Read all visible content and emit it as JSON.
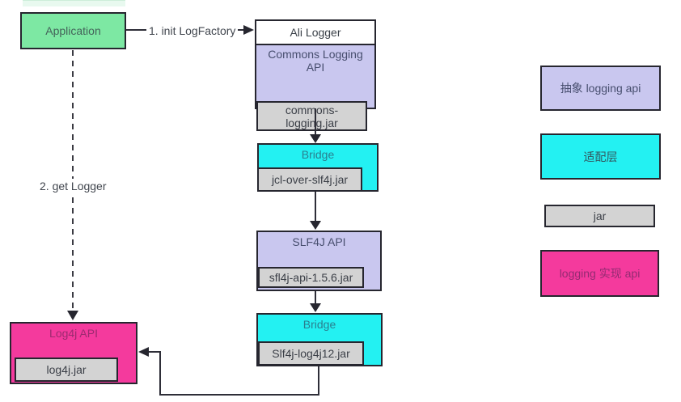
{
  "colors": {
    "application_fill": "#7de8a3",
    "abstract_api_fill": "#c9c7ef",
    "adapter_fill": "#23f1f2",
    "jar_fill": "#d3d3d3",
    "impl_api_fill": "#f43a9d",
    "border": "#26262f"
  },
  "flow": {
    "application": {
      "label": "Application"
    },
    "edge_init": {
      "label": "1. init LogFactory"
    },
    "edge_get_logger": {
      "label": "2. get Logger"
    },
    "ali_logger": {
      "title": "Ali Logger",
      "api_label": "Commons Logging API",
      "jar_line1": "commons-",
      "jar_line2": "logging.jar"
    },
    "bridge_jcl": {
      "title": "Bridge",
      "jar": "jcl-over-slf4j.jar"
    },
    "slf4j": {
      "title": "SLF4J API",
      "jar": "sfl4j-api-1.5.6.jar"
    },
    "bridge_log4j": {
      "title": "Bridge",
      "jar": "Slf4j-log4j12.jar"
    },
    "log4j": {
      "title": "Log4j API",
      "jar": "log4j.jar"
    }
  },
  "legend": {
    "items": [
      {
        "label": "抽象 logging api"
      },
      {
        "label": "适配层"
      },
      {
        "label": "jar"
      },
      {
        "label": "logging 实现 api"
      }
    ]
  }
}
